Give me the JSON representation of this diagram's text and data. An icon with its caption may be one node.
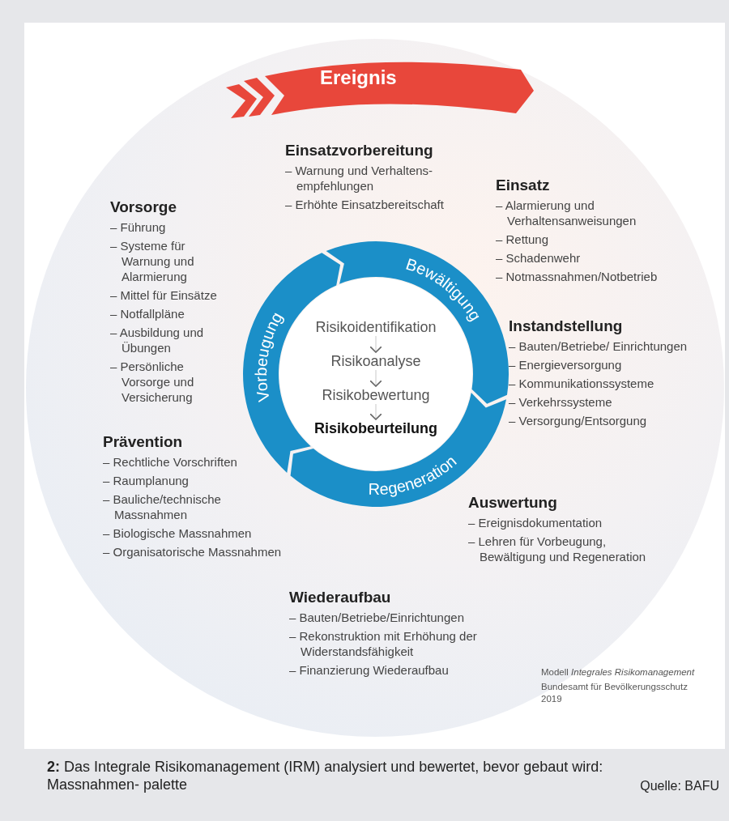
{
  "diagram": {
    "caption": "**2:** Das Integrale Risikomanagement (IRM) analysiert und bewertet, bevor gebaut wird: Massnahmen- palette",
    "nodes": [
      {
        "text": [
          "Ereignis"
        ]
      },
      {
        "text": [
          "Bewältigung"
        ]
      },
      {
        "text": [
          "Regeneration"
        ]
      },
      {
        "text": [
          "Vorbeugung"
        ]
      },
      {
        "text": [],
        "shape": "circle"
      },
      {
        "text": [
          "Risikoidentifikation"
        ],
        "in": 4
      },
      {
        "text": [
          "Risikoanalyse"
        ],
        "in": 4
      },
      {
        "text": [
          "Risikobewertung"
        ],
        "in": 4
      },
      {
        "text": [
          "Risikobeurteilung"
        ],
        "in": 4
      }
    ],
    "edges": [
      {
        "from": 5,
        "to": 6,
        "arrow": "to"
      },
      {
        "from": 6,
        "to": 7,
        "arrow": "to"
      },
      {
        "from": 7,
        "to": 8,
        "arrow": "to"
      }
    ],
    "labels": [
      "Einsatzvorbereitung",
      "– Warnung und Verhaltens- empfehlungen",
      "– Erhöhte Einsatzbereitschaft",
      "Einsatz",
      "– Alarmierung und Verhaltensanweisungen",
      "– Rettung",
      "– Schadenwehr",
      "– Notmassnahmen/Notbetrieb",
      "Vorsorge",
      "– Führung",
      "– Systeme für Warnung und Alarmierung",
      "– Mittel für Einsätze",
      "– Notfallpläne",
      "– Ausbildung und Übungen",
      "– Persönliche Vorsorge und Versicherung",
      "Instandstellung",
      "– Bauten/Betriebe/ Einrichtungen",
      "– Energieversorgung",
      "– Kommunikationssysteme",
      "– Verkehrssysteme",
      "– Versorgung/Entsorgung",
      "Prävention",
      "– Rechtliche Vorschriften",
      "– Raumplanung",
      "– Bauliche/technische Massnahmen",
      "– Biologische Massnahmen",
      "– Organisatorische Massnahmen",
      "Auswertung",
      "– Ereignisdokumentation",
      "– Lehren für Vorbeugung, Bewältigung und Regeneration",
      "Wiederaufbau",
      "– Bauten/Betriebe/Einrichtungen",
      "– Rekonstruktion mit Erhöhung der Widerstandsfähigkeit",
      "– Finanzierung Wiederaufbau",
      "Modell *Integrales Risikomanagement*",
      "Bundesamt für Bevölkerungsschutz 2019",
      "Quelle: BAFU"
    ]
  }
}
